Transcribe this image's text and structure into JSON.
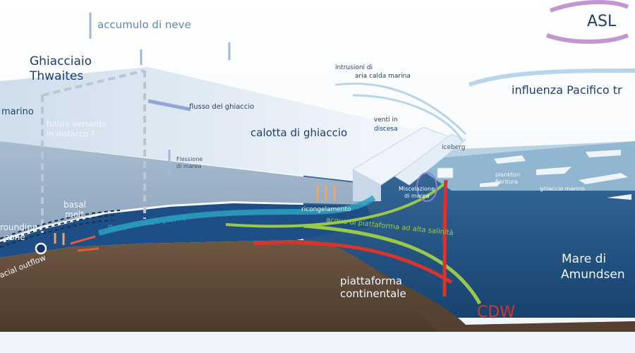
{
  "labels": {
    "snow_accumulation": "accumulo di neve",
    "asl": "ASL",
    "glacier_line1": "Ghiacciaio",
    "glacier_line2": "Thwaites",
    "marine": "marino",
    "future_line1": "futuro versante",
    "future_line2": "in distacco ?",
    "ice_flow": "flusso del ghiaccio",
    "tidal_flex_line1": "Flessione",
    "tidal_flex_line2": "di marea",
    "warm_air_line1": "intrusioni di",
    "warm_air_line2": "aria calda marina",
    "pacific": "influenza Pacifico tr",
    "ice_shelf": "calotta di ghiaccio",
    "katabatic_line1": "venti in",
    "katabatic_line2": "discesa",
    "iceberg": "iceberg",
    "plankton_line1": "plankton",
    "plankton_line2": "fioritura",
    "sea_ice": "ghiaccio marino",
    "tidal_mix_line1": "Miscelazione",
    "tidal_mix_line2": "di marea",
    "refreezing": "ricongelamento",
    "basal_line1": "basal",
    "basal_line2": "melt",
    "grounding_line1": "rounding",
    "grounding_line2": "zone",
    "plume": "Buoyant melt plume",
    "hssw": "acqua di piattaforma ad alta salinità",
    "outflow": "acial outflow",
    "shelf_line1": "piattaforma",
    "shelf_line2": "continentale",
    "sea_line1": "Mare di",
    "sea_line2": "Amundsen",
    "cdw": "CDW"
  },
  "colors": {
    "ocean": "#1d4f86",
    "seabed": "#6b5440",
    "ice": "#dfe9f3",
    "cdw": "#d8342c",
    "hssw": "#9cc84a",
    "plume": "#2aa0c0"
  }
}
